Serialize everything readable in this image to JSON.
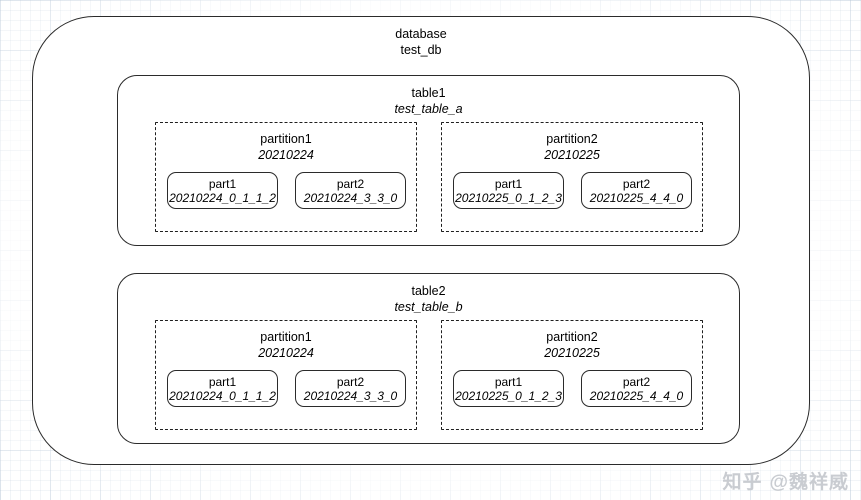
{
  "diagram": {
    "watermark": {
      "site": "知乎",
      "handle": "@魏祥威"
    },
    "database": {
      "title": "database",
      "name": "test_db",
      "tables": [
        {
          "title": "table1",
          "name": "test_table_a",
          "partitions": [
            {
              "title": "partition1",
              "name": "20210224",
              "parts": [
                {
                  "title": "part1",
                  "name": "20210224_0_1_1_2"
                },
                {
                  "title": "part2",
                  "name": "20210224_3_3_0"
                }
              ]
            },
            {
              "title": "partition2",
              "name": "20210225",
              "parts": [
                {
                  "title": "part1",
                  "name": "20210225_0_1_2_3"
                },
                {
                  "title": "part2",
                  "name": "20210225_4_4_0"
                }
              ]
            }
          ]
        },
        {
          "title": "table2",
          "name": "test_table_b",
          "partitions": [
            {
              "title": "partition1",
              "name": "20210224",
              "parts": [
                {
                  "title": "part1",
                  "name": "20210224_0_1_1_2"
                },
                {
                  "title": "part2",
                  "name": "20210224_3_3_0"
                }
              ]
            },
            {
              "title": "partition2",
              "name": "20210225",
              "parts": [
                {
                  "title": "part1",
                  "name": "20210225_0_1_2_3"
                },
                {
                  "title": "part2",
                  "name": "20210225_4_4_0"
                }
              ]
            }
          ]
        }
      ]
    },
    "colors": {
      "stroke": "#2b2b2b",
      "background": "#ffffff",
      "grid": "#c3d2de",
      "watermark": "#c9ccd1"
    }
  }
}
